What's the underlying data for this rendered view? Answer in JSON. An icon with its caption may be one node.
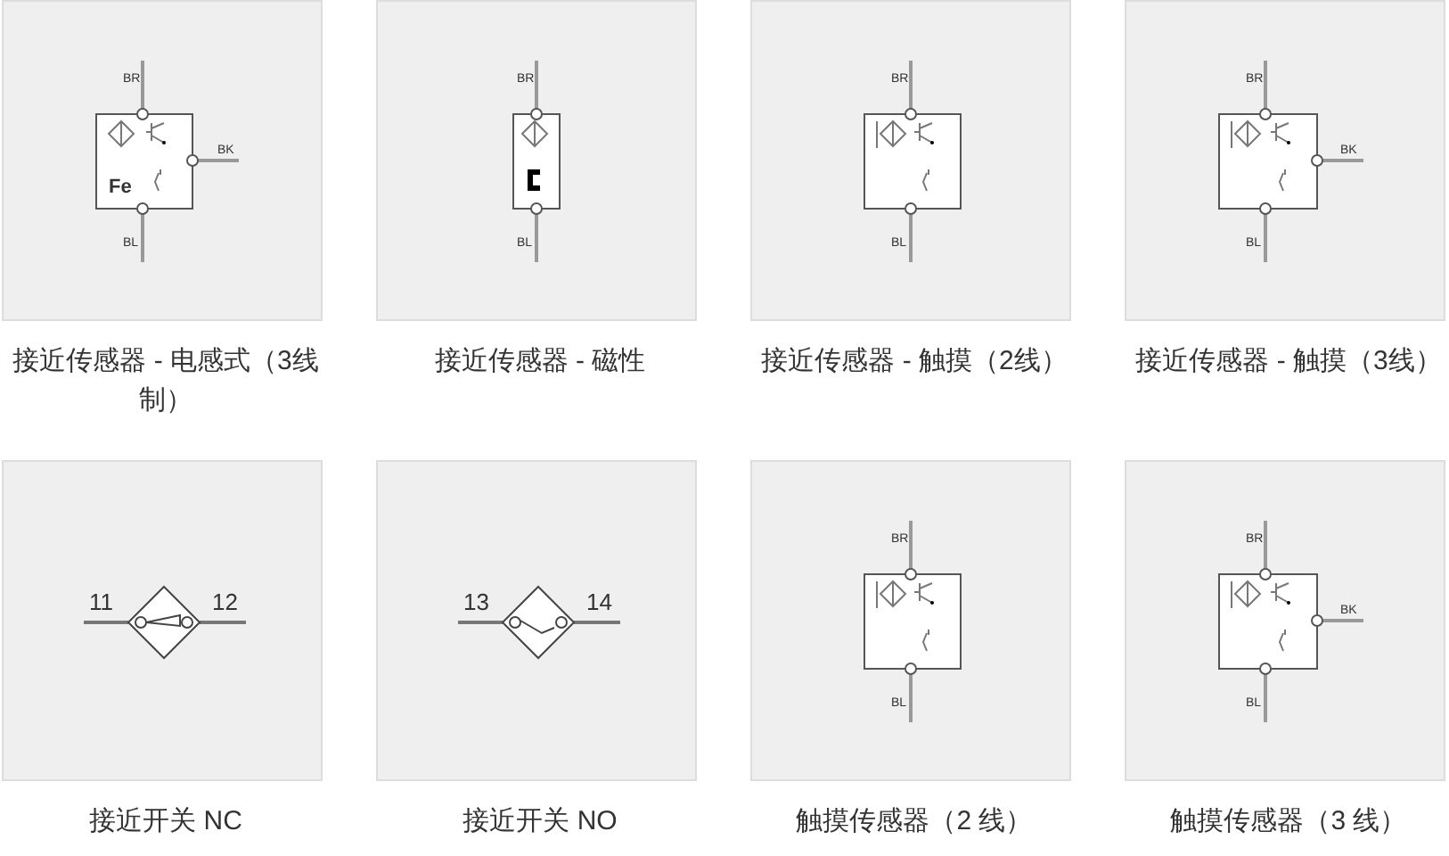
{
  "diagram": {
    "nodes": [
      {
        "text": [
          "接近传感器 - 电感式（3线制）"
        ]
      },
      {
        "text": [
          "接近传感器 - 磁性"
        ]
      },
      {
        "text": [
          "接近传感器 - 触摸（2线）"
        ]
      },
      {
        "text": [
          "接近传感器 - 触摸（3线）"
        ]
      },
      {
        "text": [
          "接近开关 NC"
        ]
      },
      {
        "text": [
          "接近开关 NO"
        ]
      },
      {
        "text": [
          "触摸传感器（2 线）"
        ]
      },
      {
        "text": [
          "触摸传感器（3 线）"
        ]
      }
    ],
    "labels": [
      "BR",
      "BK",
      "Fe",
      "BL",
      "BR",
      "BL",
      "BR",
      "BL",
      "BR",
      "BK",
      "BL",
      "11",
      "12",
      "13",
      "14",
      "BR",
      "BL",
      "BR",
      "BK",
      "BL"
    ]
  }
}
